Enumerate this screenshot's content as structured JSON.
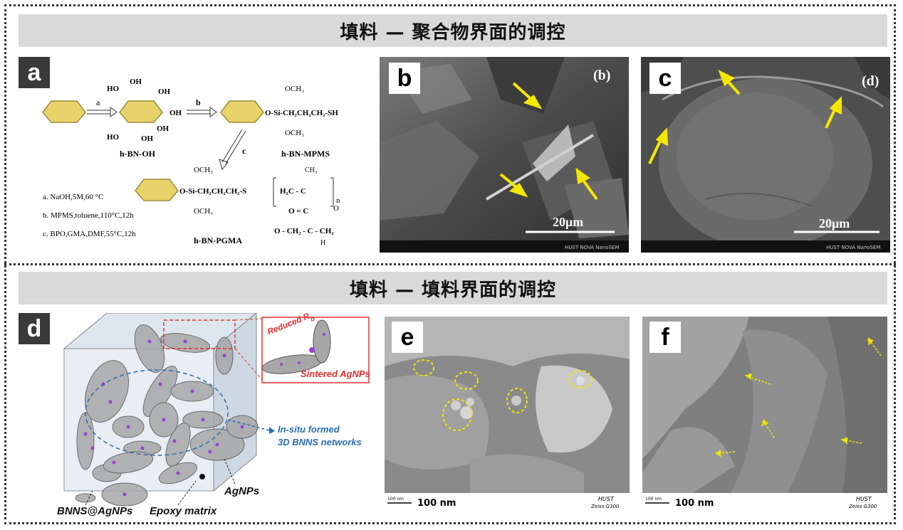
{
  "banners": {
    "top": "填料 — 聚合物界面的调控",
    "bottom": "填料 — 填料界面的调控"
  },
  "panels": {
    "a": "a",
    "b": "b",
    "c": "c",
    "d": "d",
    "e": "e",
    "f": "f"
  },
  "scheme_a": {
    "oh": "OH",
    "ho": "HO",
    "arrow_a": "a",
    "arrow_b": "b",
    "arrow_c": "c",
    "hbn_oh": "h-BN-OH",
    "hbn_mpms": "h-BN-MPMS",
    "hbn_pgma": "h-BN-PGMA",
    "och3": "OCH₃",
    "si_chain": "O-Si-CH₂CH₂CH₂-SH",
    "si_chain2": "O-Si-CH₂CH₂CH₂-S",
    "polymer": "H₂C - C",
    "ch3": "CH₃",
    "n": "n",
    "ester": "O = C",
    "glycidyl": "O - CH₂ - C - CH₂",
    "h": "H",
    "o": "O",
    "cond_a": "a. NaOH,5M,60 °C",
    "cond_b": "b. MPMS,toluene,110°C,12h",
    "cond_c": "c. BPO,GMA,DMF,55°C,12h"
  },
  "sem_b": {
    "inner_label": "(b)",
    "scale": "20μm",
    "footer": "HUST NOVA NanoSEM"
  },
  "sem_c": {
    "inner_label": "(d)",
    "scale": "20μm",
    "footer": "HUST NOVA NanoSEM"
  },
  "sem_e": {
    "scale": "100 nm",
    "scale_small": "100 nm",
    "brand": "HUST",
    "model": "Zeiss G300"
  },
  "sem_f": {
    "scale": "100 nm",
    "scale_small": "100 nm",
    "brand": "HUST",
    "model": "Zeiss G300"
  },
  "diagram_d": {
    "reduced": "Reduced R",
    "reduced_sub": "b",
    "sintered": "Sintered AgNPs",
    "insitu1": "In-situ formed",
    "insitu2": "3D BNNS networks",
    "bnns": "BNNS@AgNPs",
    "epoxy": "Epoxy matrix",
    "agnps": "AgNPs"
  },
  "colors": {
    "arrow_yellow": "#f5e600",
    "accent_red": "#e03030",
    "accent_blue": "#2a6cb0",
    "dot_purple": "#9b3fd8"
  }
}
